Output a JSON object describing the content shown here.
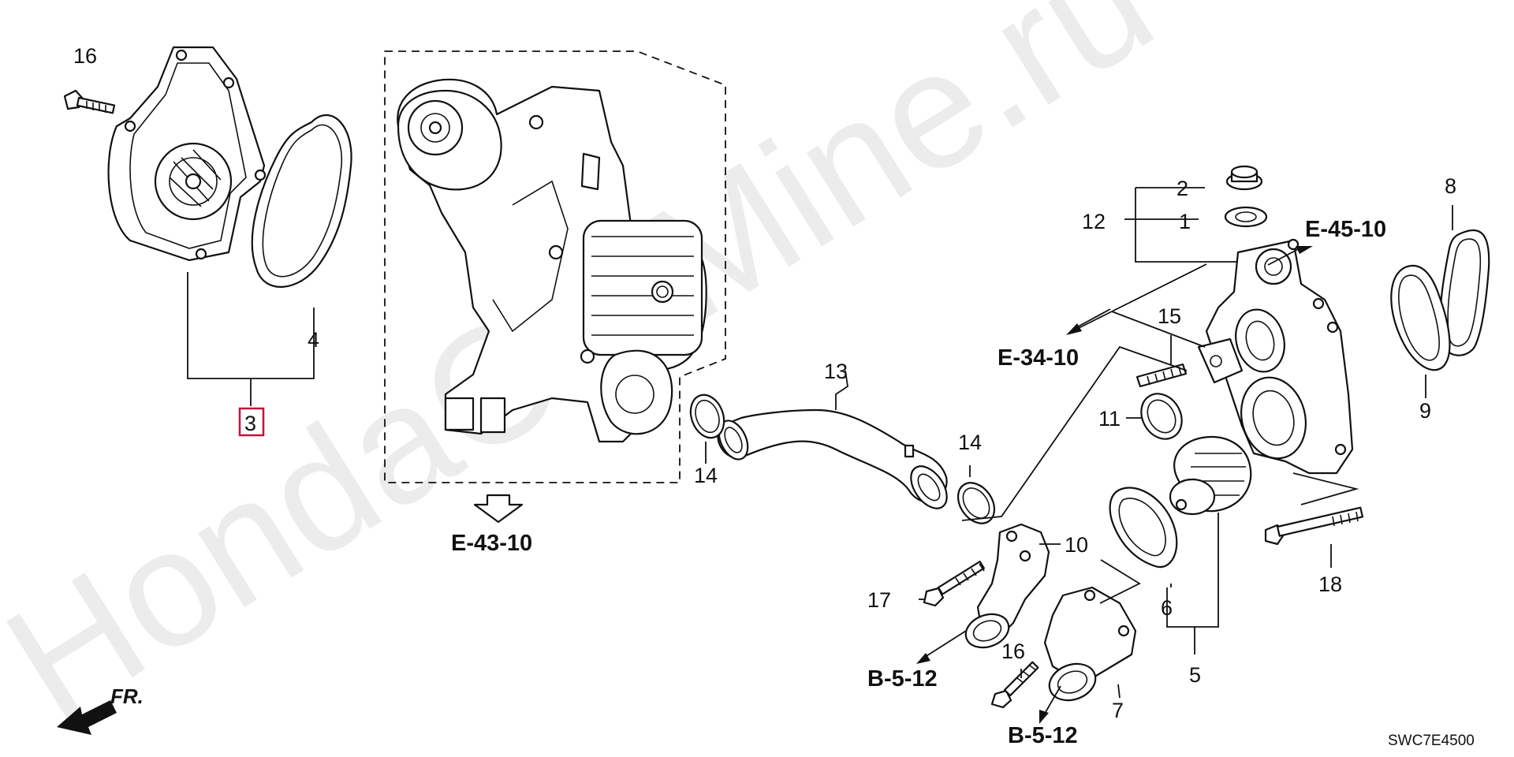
{
  "watermark": "HondaCarMine.ru",
  "diagram_code": "SWC7E4500",
  "front_marker": "FR.",
  "highlight_color": "#c0143c",
  "callouts": {
    "c16a": "16",
    "c3": "3",
    "c4": "4",
    "c13": "13",
    "c14a": "14",
    "c14b": "14",
    "c2": "2",
    "c1": "1",
    "c12": "12",
    "c8": "8",
    "c9": "9",
    "c15": "15",
    "c11": "11",
    "c10": "10",
    "c17": "17",
    "c16b": "16",
    "c7": "7",
    "c6": "6",
    "c5": "5",
    "c18": "18"
  },
  "references": {
    "e43": "E-43-10",
    "e34": "E-34-10",
    "e45": "E-45-10",
    "b5a": "B-5-12",
    "b5b": "B-5-12"
  }
}
